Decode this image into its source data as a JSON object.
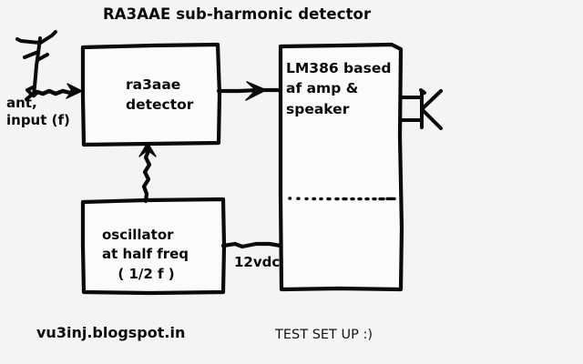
{
  "diagram": {
    "title": "RA3AAE sub-harmonic detector",
    "background_color": "#f4f4f4",
    "ink_color": "#0a0a0a",
    "blocks": {
      "detector": {
        "label": "ra3aae\ndetector",
        "name": "ra3aae-detector-block"
      },
      "amplifier": {
        "label": "LM386 based\naf amp &\nspeaker",
        "name": "lm386-amp-speaker-block"
      },
      "oscillator": {
        "label_line1": "oscillator",
        "label_line2": "at half freq",
        "label_line3": "( 1/2 f )",
        "name": "oscillator-block"
      }
    },
    "labels": {
      "antenna": "ant,\ninput (f)",
      "supply": "12vdc",
      "credit": "vu3inj.blogspot.in",
      "caption": "TEST SET UP :)"
    },
    "symbols": {
      "antenna": "antenna-icon",
      "speaker": "speaker-icon",
      "signal_arrow": "arrow-right-icon",
      "injection_wire": "squiggly-wire-icon",
      "dotted_divider": "dotted-line-icon"
    }
  }
}
